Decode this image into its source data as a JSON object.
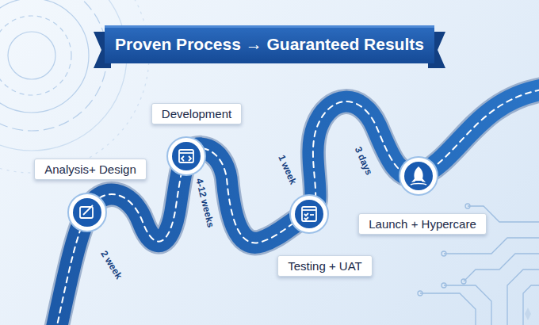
{
  "diagram": {
    "title": "Proven Process → Guaranteed Results",
    "nodes": [
      {
        "text": [
          "Analysis+ Design"
        ]
      },
      {
        "text": [
          "Development"
        ]
      },
      {
        "text": [
          "Testing + UAT"
        ]
      },
      {
        "text": [
          "Launch + Hypercare"
        ]
      }
    ],
    "labels": [
      "2 week",
      "4-12 weeks",
      "1 week",
      "3 days"
    ]
  }
}
